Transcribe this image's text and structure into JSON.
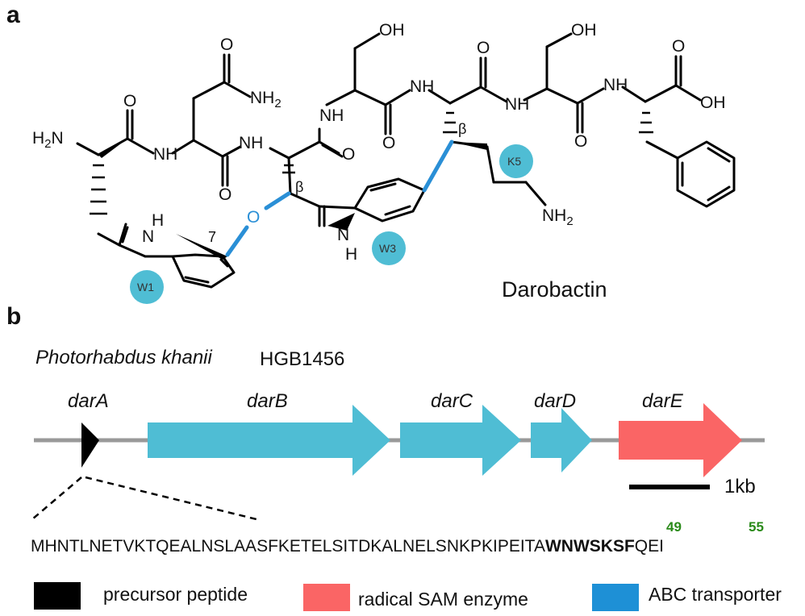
{
  "panel_a": {
    "label": "a",
    "compound_name": "Darobactin",
    "atoms": {
      "h2n": "H2N",
      "nh_1": "NH",
      "nh_2": "NH",
      "nh_3": "NH",
      "nh_4": "NH",
      "nh_5": "NH",
      "nh_6": "NH",
      "nh2_amide": "NH2",
      "nh2_lys": "NH2",
      "oh_1": "OH",
      "oh_2": "OH",
      "oh_acid": "OH",
      "o_ether": "O",
      "indole_h1": "H",
      "indole_h2": "H"
    },
    "beta_labels": [
      "β",
      "β"
    ],
    "position_label": "7",
    "residue_badges": [
      "W1",
      "W3",
      "K5"
    ],
    "colors": {
      "badge": "#4fbdd4",
      "bond_highlight": "#2a8fd6"
    }
  },
  "panel_b": {
    "label": "b",
    "organism": "Photorhabdus khanii",
    "strain": "HGB1456",
    "genes": [
      {
        "name": "darA",
        "role": "precursor peptide",
        "color": "#000000"
      },
      {
        "name": "darB",
        "role": "ABC transporter",
        "color": "#4fbdd4"
      },
      {
        "name": "darC",
        "role": "ABC transporter",
        "color": "#4fbdd4"
      },
      {
        "name": "darD",
        "role": "ABC transporter",
        "color": "#4fbdd4"
      },
      {
        "name": "darE",
        "role": "radical SAM enzyme",
        "color": "#fa6565"
      }
    ],
    "scale_bar_label": "1kb",
    "sequence": {
      "prefix": "MHNTLNETVKTQEALNSLAASFKETELSITDKALNELSNKPKIPEITA",
      "core": "WNWSKSF",
      "suffix": "QEI",
      "residue_numbers": [
        "49",
        "55"
      ]
    },
    "legend": [
      {
        "label": "precursor peptide",
        "color": "#000000"
      },
      {
        "label": "radical SAM enzyme",
        "color": "#fa6565"
      },
      {
        "label": "ABC transporter",
        "color": "#1e90d6"
      }
    ]
  }
}
